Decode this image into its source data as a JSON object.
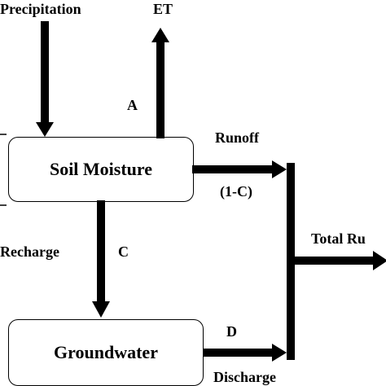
{
  "labels": {
    "precipitation": "Precipitation",
    "et": "ET",
    "a": "A",
    "runoff": "Runoff",
    "one_minus_c": "(1-C)",
    "recharge": "Recharge",
    "c": "C",
    "d": "D",
    "discharge": "Discharge",
    "total_runoff": "Total Ru"
  },
  "boxes": {
    "soil_moisture": "Soil Moisture",
    "groundwater": "Groundwater"
  },
  "colors": {
    "background": "#ffffff",
    "ink": "#000000"
  }
}
